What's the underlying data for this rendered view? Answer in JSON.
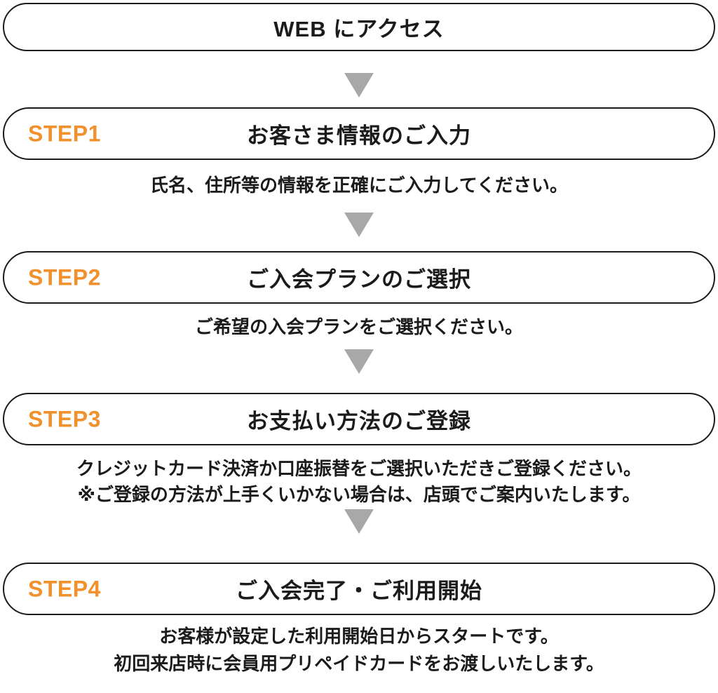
{
  "colors": {
    "accent_orange": "#f0912d",
    "text_black": "#1b1b1b",
    "arrow_gray": "#a8a8a8",
    "pill_background": "#ffffff"
  },
  "icons": {
    "connector": "arrow-down-icon"
  },
  "flow": {
    "start": {
      "title": "WEB にアクセス"
    },
    "steps": [
      {
        "label": "STEP1",
        "title": "お客さま情報のご入力",
        "description": [
          "氏名、住所等の情報を正確にご入力してください。"
        ]
      },
      {
        "label": "STEP2",
        "title": "ご入会プランのご選択",
        "description": [
          "ご希望の入会プランをご選択ください。"
        ]
      },
      {
        "label": "STEP3",
        "title": "お支払い方法のご登録",
        "description": [
          "クレジットカード決済か口座振替をご選択いただきご登録ください。",
          "※ご登録の方法が上手くいかない場合は、店頭でご案内いたします。"
        ]
      },
      {
        "label": "STEP4",
        "title": "ご入会完了・ご利用開始",
        "description": [
          "お客様が設定した利用開始日からスタートです。",
          "初回来店時に会員用プリペイドカードをお渡しいたします。"
        ]
      }
    ]
  }
}
